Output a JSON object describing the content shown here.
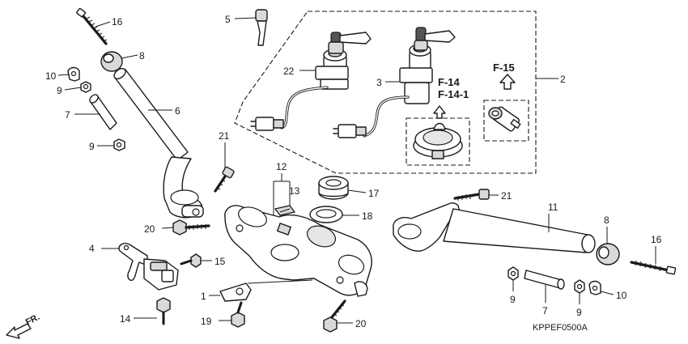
{
  "callouts": {
    "c1": "1",
    "c2": "2",
    "c3": "3",
    "c4": "4",
    "c5": "5",
    "c6": "6",
    "c7a": "7",
    "c7b": "7",
    "c8a": "8",
    "c8b": "8",
    "c9a": "9",
    "c9b": "9",
    "c9c": "9",
    "c9d": "9",
    "c10a": "10",
    "c10b": "10",
    "c11": "11",
    "c12": "12",
    "c13": "13",
    "c14": "14",
    "c15": "15",
    "c16a": "16",
    "c16b": "16",
    "c17": "17",
    "c18": "18",
    "c19": "19",
    "c20a": "20",
    "c20b": "20",
    "c21a": "21",
    "c21b": "21",
    "c22": "22"
  },
  "references": {
    "f14": "F-14",
    "f14_1": "F-14-1",
    "f15": "F-15"
  },
  "front_marker": "FR.",
  "diagram_code": "KPPEF0500A"
}
